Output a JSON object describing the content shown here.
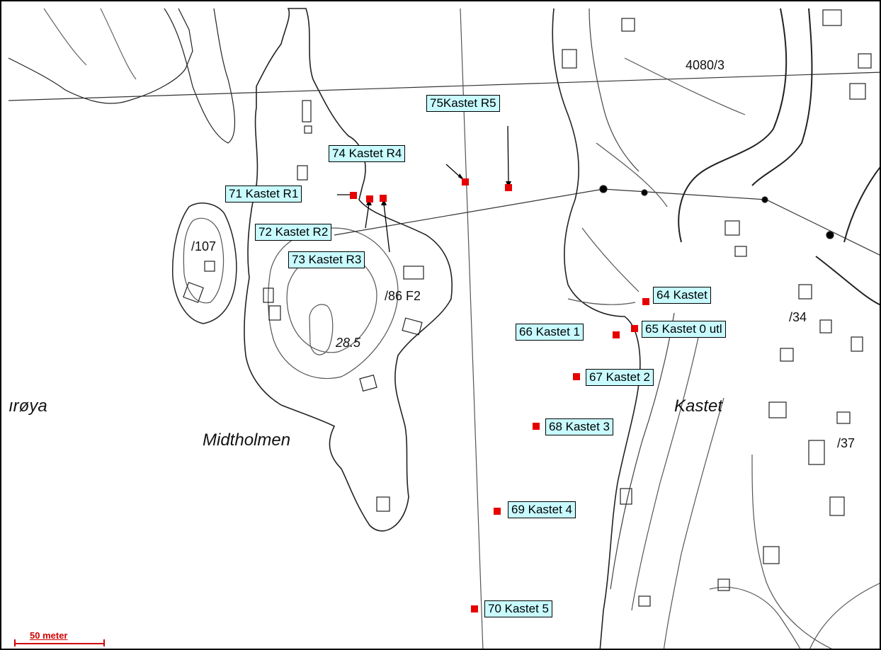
{
  "place_names": {
    "island_west": "ırøya",
    "midtholmen": "Midtholmen",
    "kastet": "Kastet"
  },
  "map_labels": {
    "parcel_4080_3": "4080/3",
    "parcel_107": "/107",
    "parcel_86_f2": "/86 F2",
    "elev_28_5": "28.5",
    "parcel_34": "/34",
    "parcel_37": "/37"
  },
  "stations": [
    {
      "id": "71",
      "label": "71 Kastet R1"
    },
    {
      "id": "72",
      "label": "72 Kastet R2"
    },
    {
      "id": "73",
      "label": "73 Kastet R3"
    },
    {
      "id": "74",
      "label": "74 Kastet R4"
    },
    {
      "id": "75",
      "label": "75Kastet R5"
    },
    {
      "id": "64",
      "label": "64 Kastet"
    },
    {
      "id": "65",
      "label": "65 Kastet 0 utl"
    },
    {
      "id": "66",
      "label": "66 Kastet 1"
    },
    {
      "id": "67",
      "label": "67 Kastet 2"
    },
    {
      "id": "68",
      "label": "68 Kastet 3"
    },
    {
      "id": "69",
      "label": "69 Kastet 4"
    },
    {
      "id": "70",
      "label": "70 Kastet 5"
    }
  ],
  "scale": {
    "label": "50 meter"
  },
  "colors": {
    "station_marker": "#e60000",
    "label_fill": "#c8fbff",
    "scale_bar": "#d00000"
  }
}
